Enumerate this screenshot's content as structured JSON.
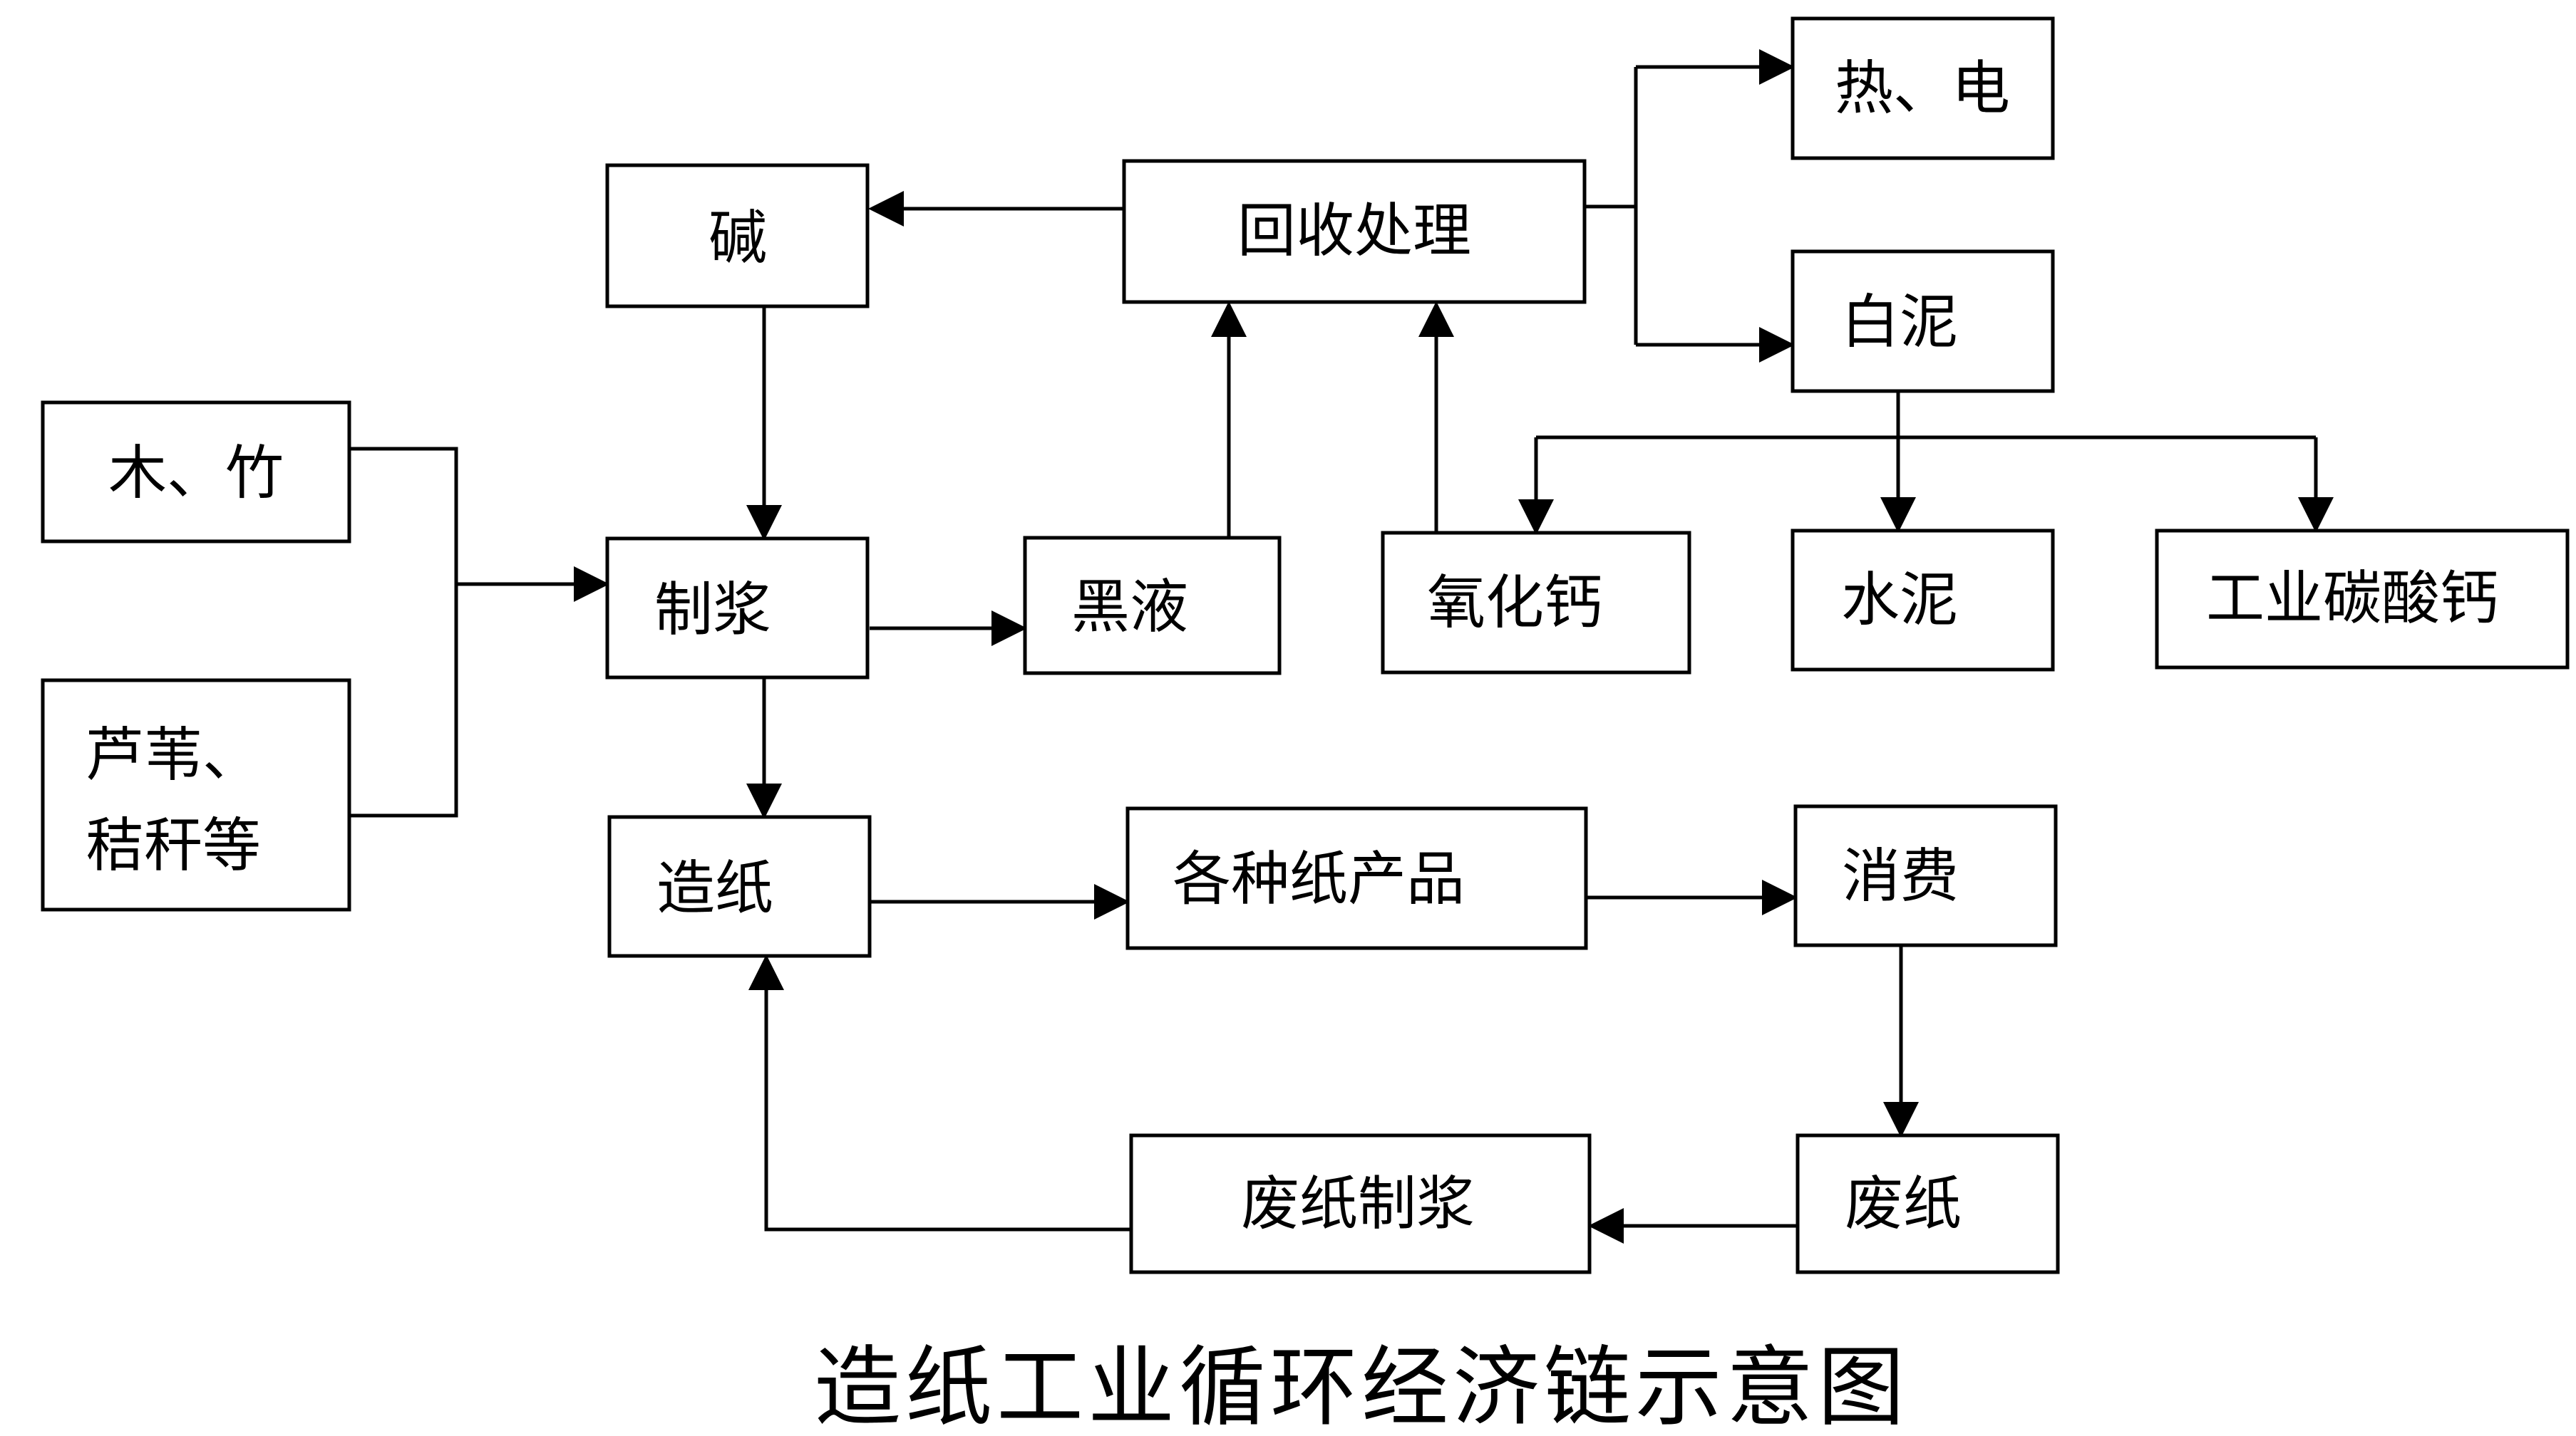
{
  "diagram": {
    "title": "造纸工业循环经济链示意图",
    "nodes": {
      "wood_bamboo": "木、竹",
      "reed_straw_line1": "芦苇、",
      "reed_straw_line2": "秸秆等",
      "alkali": "碱",
      "recovery": "回收处理",
      "heat_power": "热、电",
      "white_mud": "白泥",
      "pulping": "制浆",
      "black_liquor": "黑液",
      "calcium_oxide": "氧化钙",
      "cement": "水泥",
      "industrial_calcium_carbonate": "工业碳酸钙",
      "papermaking": "造纸",
      "paper_products": "各种纸产品",
      "consumption": "消费",
      "wastepaper_pulping": "废纸制浆",
      "wastepaper": "废纸"
    },
    "edges": [
      [
        "wood_bamboo",
        "pulping"
      ],
      [
        "reed_straw",
        "pulping"
      ],
      [
        "alkali",
        "pulping"
      ],
      [
        "recovery",
        "alkali"
      ],
      [
        "recovery",
        "heat_power"
      ],
      [
        "recovery",
        "white_mud"
      ],
      [
        "pulping",
        "black_liquor"
      ],
      [
        "black_liquor",
        "recovery"
      ],
      [
        "calcium_oxide",
        "recovery"
      ],
      [
        "white_mud",
        "calcium_oxide"
      ],
      [
        "white_mud",
        "cement"
      ],
      [
        "white_mud",
        "industrial_calcium_carbonate"
      ],
      [
        "pulping",
        "papermaking"
      ],
      [
        "papermaking",
        "paper_products"
      ],
      [
        "paper_products",
        "consumption"
      ],
      [
        "consumption",
        "wastepaper"
      ],
      [
        "wastepaper",
        "wastepaper_pulping"
      ],
      [
        "wastepaper_pulping",
        "papermaking"
      ]
    ]
  }
}
